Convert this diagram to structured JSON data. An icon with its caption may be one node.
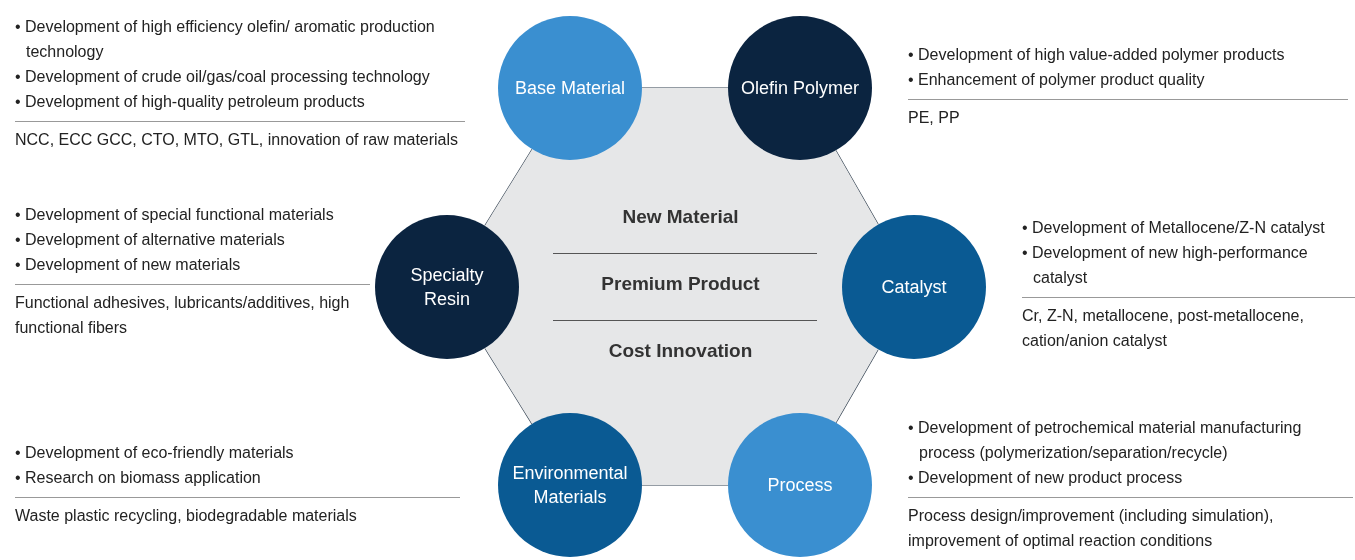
{
  "diagram": {
    "nodes": [
      {
        "text": [
          "Base Material"
        ]
      },
      {
        "text": [
          "Olefin Polymer"
        ]
      },
      {
        "text": [
          "Specialty Resin"
        ]
      },
      {
        "text": [
          "New Material",
          "Premium Product",
          "Cost Innovation"
        ]
      },
      {
        "text": [
          "Catalyst"
        ]
      },
      {
        "text": [
          "Environmental Materials"
        ]
      },
      {
        "text": [
          "Process"
        ]
      }
    ],
    "edges": [
      {
        "from": 0,
        "to": 1,
        "arrow": "none"
      },
      {
        "from": 1,
        "to": 4,
        "arrow": "none"
      },
      {
        "from": 4,
        "to": 6,
        "arrow": "none"
      },
      {
        "from": 6,
        "to": 5,
        "arrow": "none"
      },
      {
        "from": 5,
        "to": 2,
        "arrow": "none"
      },
      {
        "from": 2,
        "to": 0,
        "arrow": "none"
      }
    ],
    "labels": [
      "• Development of high efficiency olefin/ aromatic production technology",
      "• Development of crude oil/gas/coal processing technology",
      "• Development of high-quality petroleum products",
      "NCC, ECC GCC, CTO, MTO, GTL, innovation of raw materials",
      "• Development of high value-added polymer products",
      "• Enhancement of polymer product quality",
      "PE, PP",
      "• Development of special functional materials",
      "• Development of alternative materials",
      "• Development of new materials",
      "Functional adhesives, lubricants/additives, high functional fibers",
      "• Development of Metallocene/Z-N catalyst",
      "• Development of new high-performance catalyst",
      "Cr, Z-N, metallocene, post-metallocene, cation/anion catalyst",
      "• Development of eco-friendly materials",
      "• Research on biomass application",
      "Waste plastic recycling, biodegradable materials",
      "• Development of petrochemical material manufacturing process (polymerization/separation/recycle)",
      "• Development of new product process",
      "Process design/improvement (including simulation), improvement of optimal reaction conditions"
    ]
  }
}
